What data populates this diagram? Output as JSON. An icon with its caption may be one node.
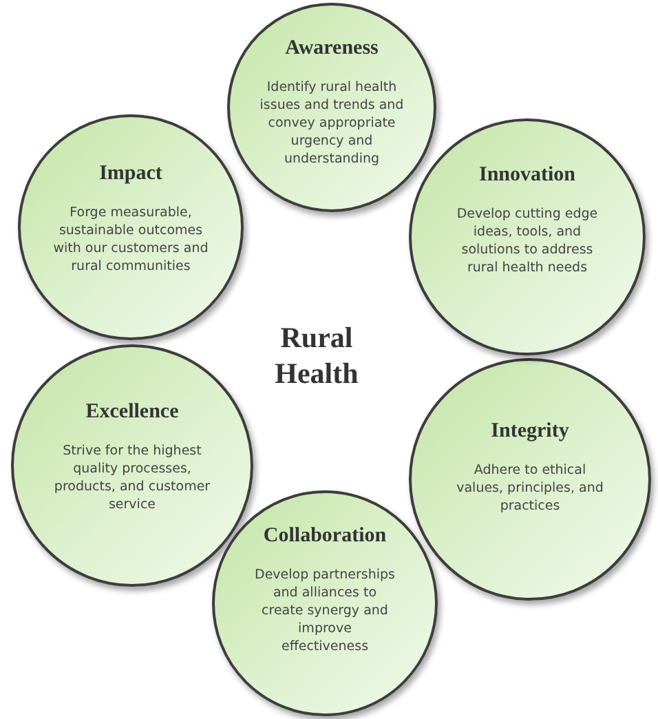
{
  "diagram": {
    "nodes": [
      {
        "text": [
          "Awareness",
          "Identify rural health issues and trends and convey appropriate urgency and understanding"
        ]
      },
      {
        "text": [
          "Innovation",
          "Develop cutting edge ideas, tools, and solutions to address rural health needs"
        ]
      },
      {
        "text": [
          "Integrity",
          "Adhere to ethical values, principles, and practices"
        ]
      },
      {
        "text": [
          "Collaboration",
          "Develop partnerships and alliances to create synergy and improve effectiveness"
        ]
      },
      {
        "text": [
          "Excellence",
          "Strive for the highest quality processes, products, and customer service"
        ]
      },
      {
        "text": [
          "Impact",
          "Forge measurable, sustainable outcomes with our customers and rural communities"
        ]
      }
    ],
    "labels": [
      "Rural Health"
    ]
  }
}
